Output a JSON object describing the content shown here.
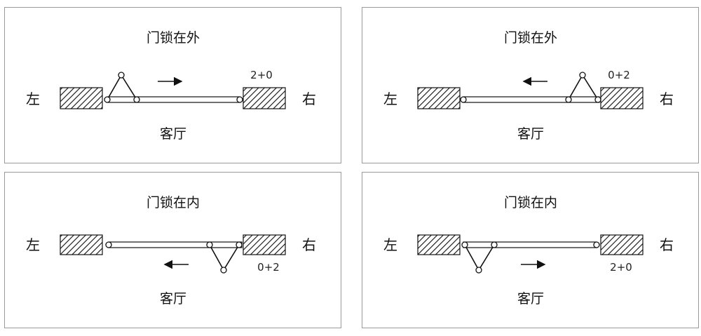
{
  "panels": [
    {
      "title": "门锁在外",
      "left": "左",
      "right": "右",
      "room": "客厅",
      "code": "2+0"
    },
    {
      "title": "门锁在外",
      "left": "左",
      "right": "右",
      "room": "客厅",
      "code": "0+2"
    },
    {
      "title": "门锁在内",
      "left": "左",
      "right": "右",
      "room": "客厅",
      "code": "0+2"
    },
    {
      "title": "门锁在内",
      "left": "左",
      "right": "右",
      "room": "客厅",
      "code": "2+0"
    }
  ]
}
